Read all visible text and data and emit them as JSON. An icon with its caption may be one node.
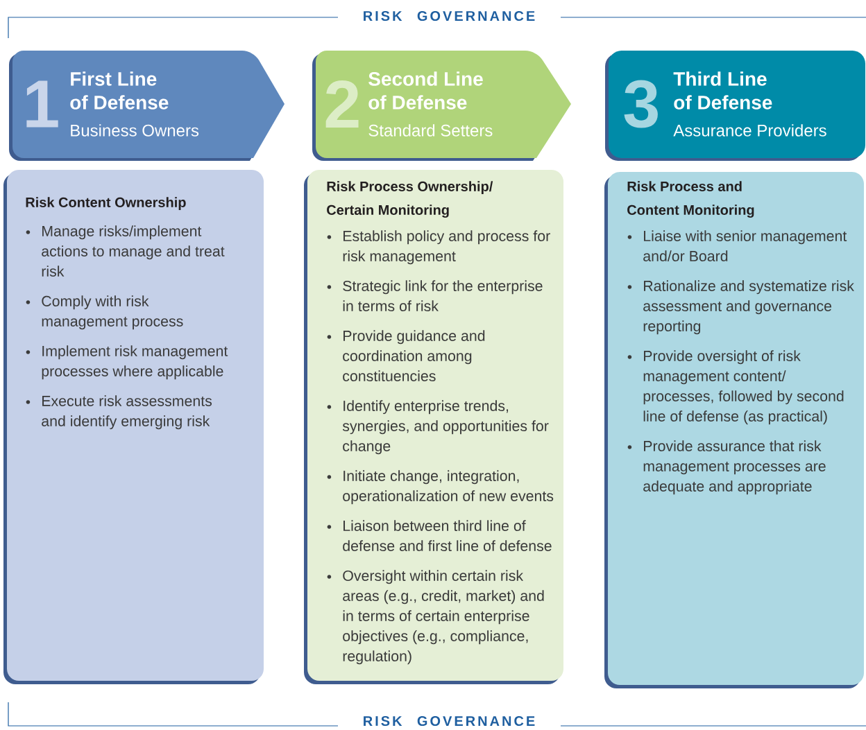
{
  "diagram": {
    "nodes": [
      {
        "text": [
          "1",
          "First Line of Defense",
          "Business Owners"
        ]
      },
      {
        "text": [
          "2",
          "Second Line of Defense",
          "Standard Setters"
        ]
      },
      {
        "text": [
          "3",
          "Third Line of Defense",
          "Assurance Providers"
        ]
      },
      {
        "text": [
          "Risk Content Ownership",
          "Manage risks/implement actions to manage and treat risk",
          "Comply with risk management process",
          "Implement risk management processes where applicable",
          "Execute risk assessments and identify emerging risk"
        ]
      },
      {
        "text": [
          "Risk Process Ownership/ Certain Monitoring",
          "Establish policy and process for risk management",
          "Strategic link for the enterprise in terms of risk",
          "Provide guidance and coordination among constituencies",
          "Identify enterprise trends, synergies, and opportunities for change",
          "Initiate change, integration, operationalization of new events",
          "Liaison between third line of defense and first line of defense",
          "Oversight within certain risk areas (e.g., credit, market) and in terms of certain enterprise objectives (e.g., compliance, regulation)"
        ]
      },
      {
        "text": [
          "Risk Process and Content Monitoring",
          "Liaise with senior management and/or Board",
          "Rationalize and systematize risk assessment and governance reporting",
          "Provide oversight of risk management content/ processes, followed by second line of defense (as practical)",
          "Provide assurance that risk management processes are adequate and appropriate"
        ]
      }
    ],
    "labels": [
      "RISK GOVERNANCE",
      "RISK GOVERNANCE"
    ]
  }
}
